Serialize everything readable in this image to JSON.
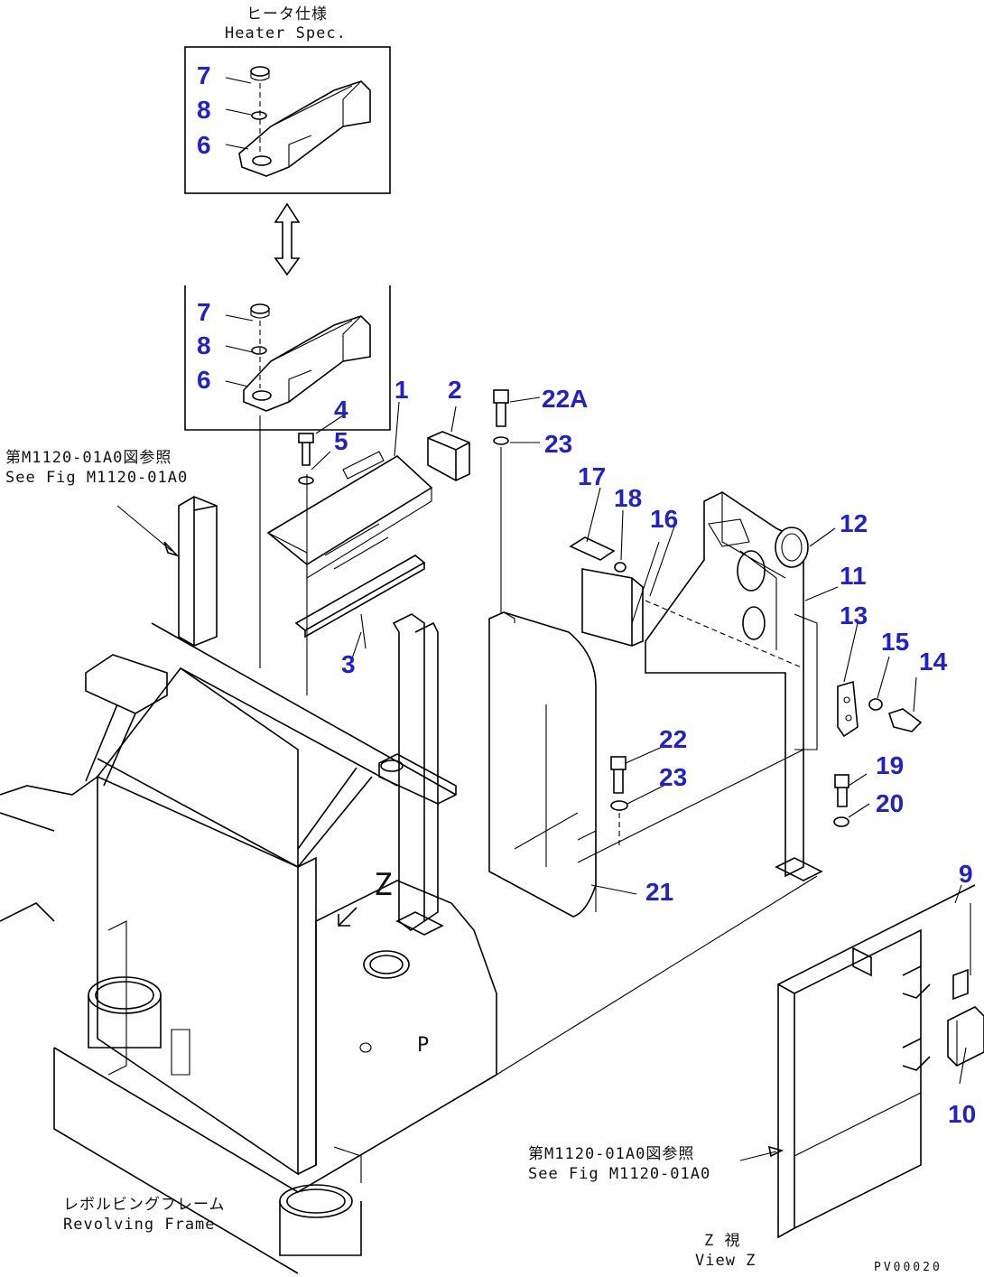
{
  "notes": {
    "heater_spec_jp": "ヒータ仕様",
    "heater_spec_en": "Heater Spec.",
    "see_fig_left_jp": "第M1120-01A0図参照",
    "see_fig_left_en": "See Fig M1120-01A0",
    "see_fig_right_jp": "第M1120-01A0図参照",
    "see_fig_right_en": "See Fig M1120-01A0",
    "revolving_frame_jp": "レボルビングフレーム",
    "revolving_frame_en": "Revolving Frame",
    "view_z_jp": "Z 視",
    "view_z_en": "View Z",
    "z_mark": "Z",
    "p_mark": "P",
    "drawing_code": "PV00020"
  },
  "callouts": [
    "7",
    "8",
    "6",
    "7",
    "8",
    "6",
    "4",
    "5",
    "1",
    "2",
    "3",
    "22A",
    "23",
    "17",
    "18",
    "16",
    "12",
    "11",
    "13",
    "15",
    "14",
    "22",
    "23",
    "19",
    "20",
    "21",
    "9",
    "10"
  ],
  "colors": {
    "callout": "#1f1fd6",
    "line": "#000000"
  }
}
